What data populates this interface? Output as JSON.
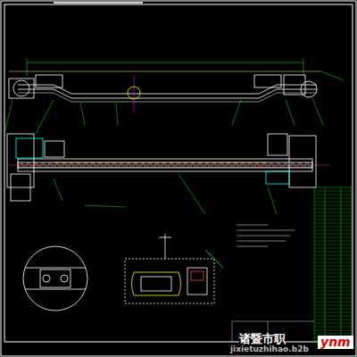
{
  "diagram": {
    "labels": [
      "诸暨市职",
      "jixietuzhihao.b2b",
      "ynm"
    ]
  }
}
